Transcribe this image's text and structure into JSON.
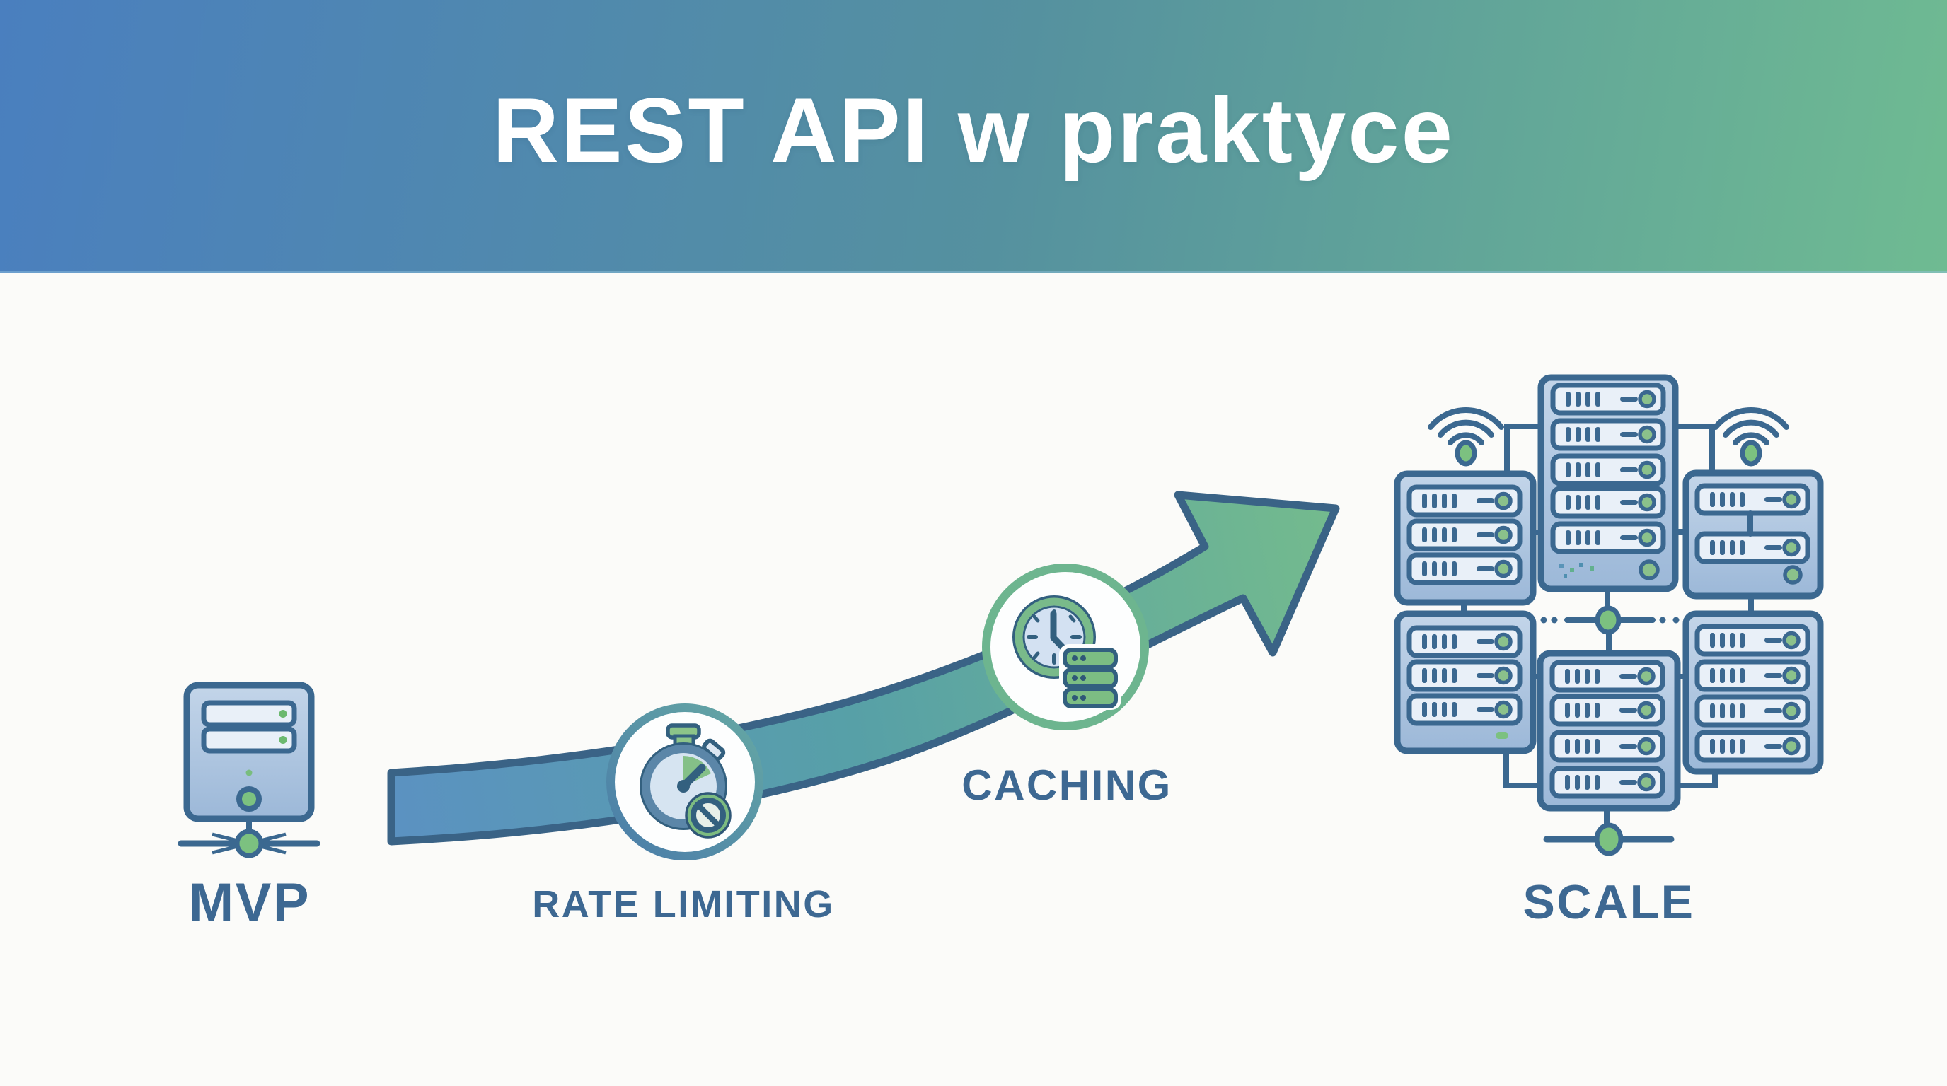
{
  "header": {
    "title": "REST API w praktyce"
  },
  "stages": [
    {
      "id": "mvp",
      "label": "MVP",
      "icon": "single-server-icon"
    },
    {
      "id": "rate-limiting",
      "label": "RATE LIMITING",
      "icon": "stopwatch-block-icon"
    },
    {
      "id": "caching",
      "label": "CACHING",
      "icon": "clock-database-icon"
    },
    {
      "id": "scale",
      "label": "SCALE",
      "icon": "server-cluster-icon"
    }
  ],
  "palette": {
    "header_gradient_start": "#4a7fbf",
    "header_gradient_mid": "#55919f",
    "header_gradient_end": "#6fbb92",
    "outline_blue": "#3b6890",
    "label_blue": "#3d6892",
    "band_blue": "#5b92c1",
    "band_teal": "#57a0a7",
    "band_green": "#73ba8e",
    "accent_green": "#7cc180",
    "rack_fill_light": "#bdd1e7",
    "rack_fill_dark": "#9cb8d8",
    "slot_fill": "#e9f0f8",
    "background": "#fbfbf9",
    "title_color": "#ffffff"
  }
}
